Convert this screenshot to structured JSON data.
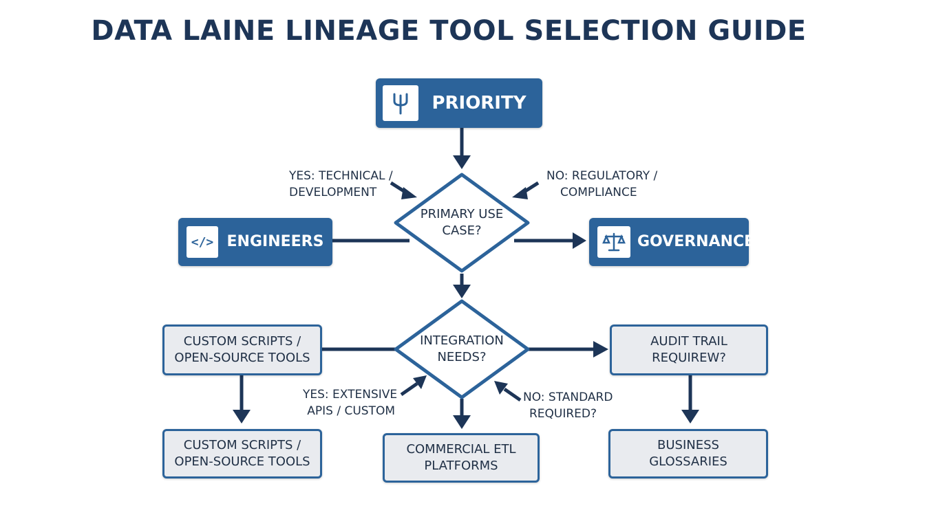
{
  "title": "DATA LAINE LINEAGE TOOL SELECTION GUIDE",
  "colors": {
    "primary_blue": "#2c639a",
    "arrow_navy": "#1d3557",
    "box_fill": "#e9ebef",
    "text_dark": "#1f2f45"
  },
  "nodes": {
    "priority": {
      "label": "PRIORITY",
      "icon": "fork-icon"
    },
    "engineers": {
      "label": "ENGINEERS",
      "icon": "code-icon"
    },
    "governance": {
      "label": "GOVERNANCE",
      "icon": "scales-icon"
    },
    "decision_use_case": {
      "line1": "PRIMARY USE",
      "line2": "CASE?"
    },
    "decision_integration": {
      "line1": "INTEGRATION",
      "line2": "NEEDS?"
    },
    "custom_scripts_top": {
      "line1": "CUSTOM SCRIPTS /",
      "line2": "OPEN-SOURCE TOOLS"
    },
    "custom_scripts_bottom": {
      "line1": "CUSTOM SCRIPTS /",
      "line2": "OPEN-SOURCE TOOLS"
    },
    "audit_trail": {
      "line1": "AUDIT TRAIL",
      "line2": "REQUIREW?"
    },
    "commercial_etl": {
      "line1": "COMMERCIAL ETL",
      "line2": "PLATFORMS"
    },
    "business_glossaries": {
      "line1": "BUSINESS",
      "line2": "GLOSSARIES"
    }
  },
  "edge_labels": {
    "yes_technical": {
      "line1": "YES: TECHNICAL /",
      "line2": "DEVELOPMENT"
    },
    "no_regulatory": {
      "line1": "NO: REGULATORY /",
      "line2": "COMPLIANCE"
    },
    "yes_extensive": {
      "line1": "YES: EXTENSIVE",
      "line2": "APIS / CUSTOM"
    },
    "no_standard": {
      "line1": "NO: STANDARD",
      "line2": "REQUIRED?"
    }
  }
}
